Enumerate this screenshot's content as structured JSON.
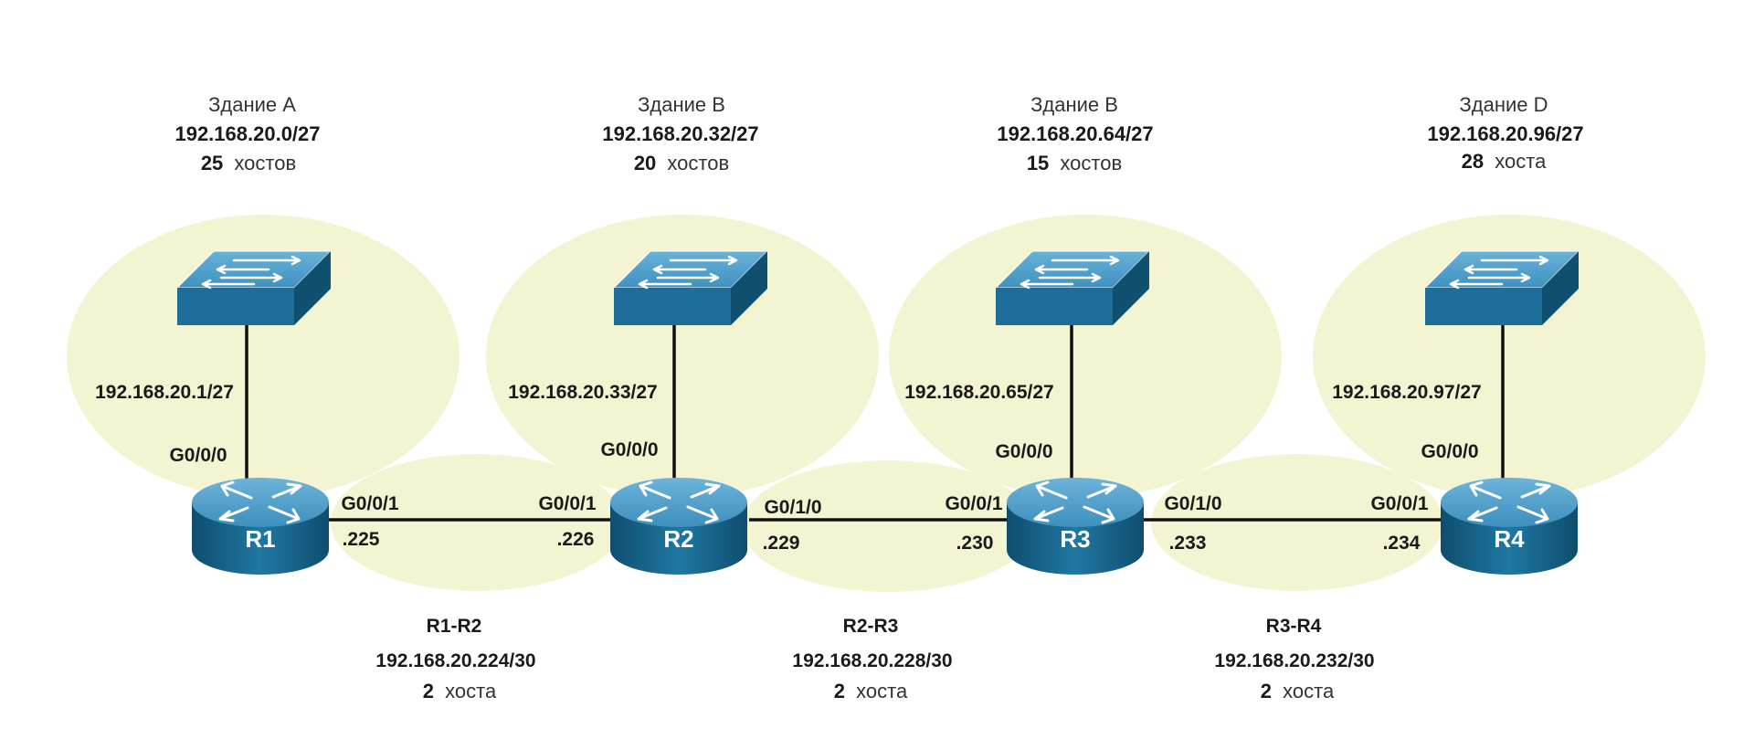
{
  "colors": {
    "zone_fill": "#f2f4d2",
    "device_top": "#5aa7cf",
    "device_body": "#1d6f99",
    "device_dark": "#114f70",
    "link": "#111111",
    "text": "#1a1a1a"
  },
  "buildings": [
    {
      "name": "Здание A",
      "network": "192.168.20.0/27",
      "host_count": "25",
      "host_word": "хостов",
      "gateway": "192.168.20.1/27",
      "lan_port": "G0/0/0",
      "icon": "switch-icon"
    },
    {
      "name": "Здание B",
      "network": "192.168.20.32/27",
      "host_count": "20",
      "host_word": "хостов",
      "gateway": "192.168.20.33/27",
      "lan_port": "G0/0/0",
      "icon": "switch-icon"
    },
    {
      "name": "Здание B",
      "network": "192.168.20.64/27",
      "host_count": "15",
      "host_word": "хостов",
      "gateway": "192.168.20.65/27",
      "lan_port": "G0/0/0",
      "icon": "switch-icon"
    },
    {
      "name": "Здание D",
      "network": "192.168.20.96/27",
      "host_count": "28",
      "host_word": "хоста",
      "gateway": "192.168.20.97/27",
      "lan_port": "G0/0/0",
      "icon": "switch-icon"
    }
  ],
  "routers": [
    {
      "label": "R1",
      "icon": "router-icon"
    },
    {
      "label": "R2",
      "icon": "router-icon"
    },
    {
      "label": "R3",
      "icon": "router-icon"
    },
    {
      "label": "R4",
      "icon": "router-icon"
    }
  ],
  "links": [
    {
      "name": "R1-R2",
      "network": "192.168.20.224/30",
      "host_count": "2",
      "host_word": "хоста",
      "left_port": "G0/0/1",
      "left_ip": ".225",
      "right_port": "G0/0/1",
      "right_ip": ".226"
    },
    {
      "name": "R2-R3",
      "network": "192.168.20.228/30",
      "host_count": "2",
      "host_word": "хоста",
      "left_port": "G0/1/0",
      "left_ip": ".229",
      "right_port": "G0/0/1",
      "right_ip": ".230"
    },
    {
      "name": "R3-R4",
      "network": "192.168.20.232/30",
      "host_count": "2",
      "host_word": "хоста",
      "left_port": "G0/1/0",
      "left_ip": ".233",
      "right_port": "G0/0/1",
      "right_ip": ".234"
    }
  ]
}
